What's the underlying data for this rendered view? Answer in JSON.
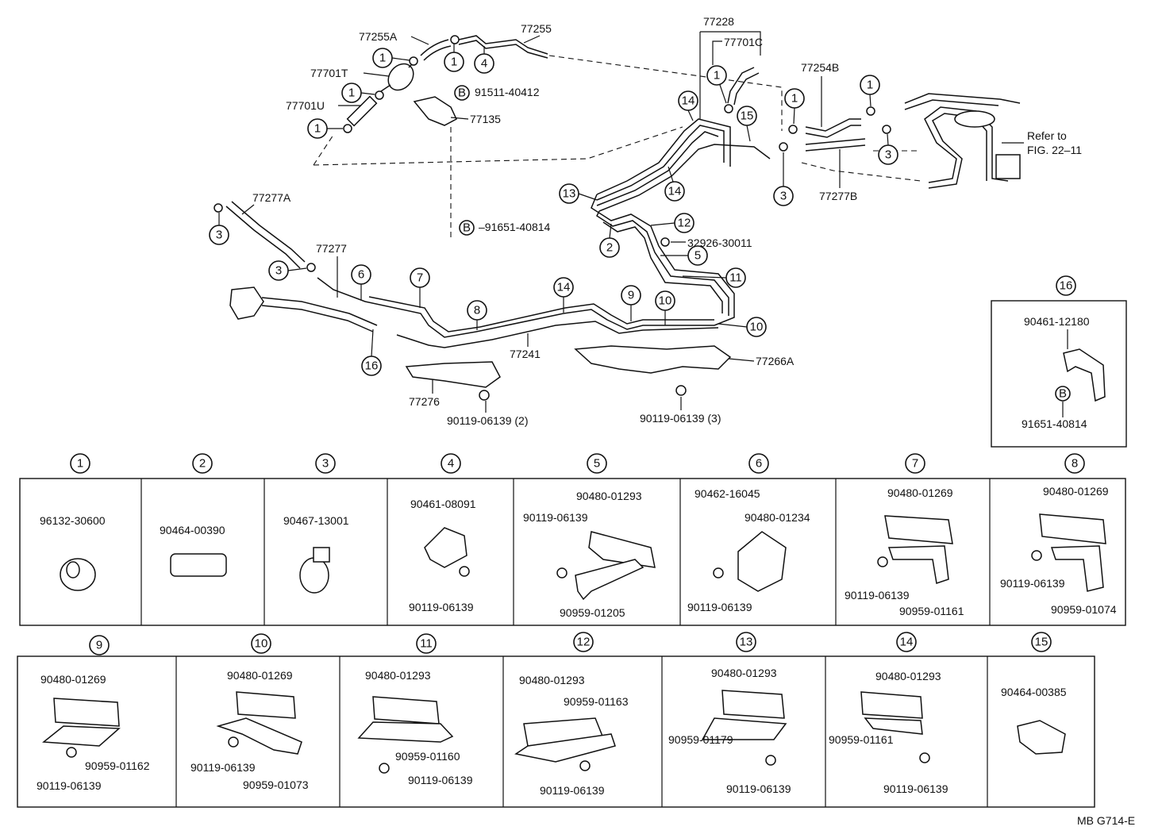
{
  "callouts": {
    "c1": "1",
    "c2": "2",
    "c3": "3",
    "c4": "4",
    "c5": "5",
    "c6": "6",
    "c7": "7",
    "c8": "8",
    "c9": "9",
    "c10": "10",
    "c11": "11",
    "c12": "12",
    "c13": "13",
    "c14": "14",
    "c15": "15",
    "c16": "16",
    "b": "B"
  },
  "main_labels": {
    "p77255A": "77255A",
    "p77255": "77255",
    "p77701T": "77701T",
    "p77701U": "77701U",
    "p91511": "91511-40412",
    "p77135": "77135",
    "p77228": "77228",
    "p77701C": "77701C",
    "p77254B": "77254B",
    "p77277B": "77277B",
    "refer1": "Refer to",
    "refer2": "FIG. 22–11",
    "p77277A": "77277A",
    "p91651": "–91651-40814",
    "p77277": "77277",
    "p32926": "32926-30011",
    "p77241": "77241",
    "p77266A": "77266A",
    "p77276": "77276",
    "bolt2": "90119-06139 (2)",
    "bolt3": "90119-06139 (3)"
  },
  "detail16": {
    "clamp": "90461-12180",
    "bolt": "91651-40814"
  },
  "row1": [
    {
      "num": "1",
      "labels": [
        "96132-30600"
      ]
    },
    {
      "num": "2",
      "labels": [
        "90464-00390"
      ]
    },
    {
      "num": "3",
      "labels": [
        "90467-13001"
      ]
    },
    {
      "num": "4",
      "labels": [
        "90461-08091",
        "90119-06139"
      ]
    },
    {
      "num": "5",
      "labels": [
        "90480-01293",
        "90119-06139",
        "90959-01205"
      ]
    },
    {
      "num": "6",
      "labels": [
        "90462-16045",
        "90480-01234",
        "90119-06139"
      ]
    },
    {
      "num": "7",
      "labels": [
        "90480-01269",
        "90119-06139",
        "90959-01161"
      ]
    },
    {
      "num": "8",
      "labels": [
        "90480-01269",
        "90119-06139",
        "90959-01074"
      ]
    }
  ],
  "row2": [
    {
      "num": "9",
      "labels": [
        "90480-01269",
        "90959-01162",
        "90119-06139"
      ]
    },
    {
      "num": "10",
      "labels": [
        "90480-01269",
        "90119-06139",
        "90959-01073"
      ]
    },
    {
      "num": "11",
      "labels": [
        "90480-01293",
        "90959-01160",
        "90119-06139"
      ]
    },
    {
      "num": "12",
      "labels": [
        "90480-01293",
        "90959-01163",
        "90119-06139"
      ]
    },
    {
      "num": "13",
      "labels": [
        "90480-01293",
        "90959-01179",
        "90119-06139"
      ]
    },
    {
      "num": "14",
      "labels": [
        "90480-01293",
        "90959-01161",
        "90119-06139"
      ]
    },
    {
      "num": "15",
      "labels": [
        "90464-00385"
      ]
    }
  ],
  "footer_code": "MB G714-E"
}
